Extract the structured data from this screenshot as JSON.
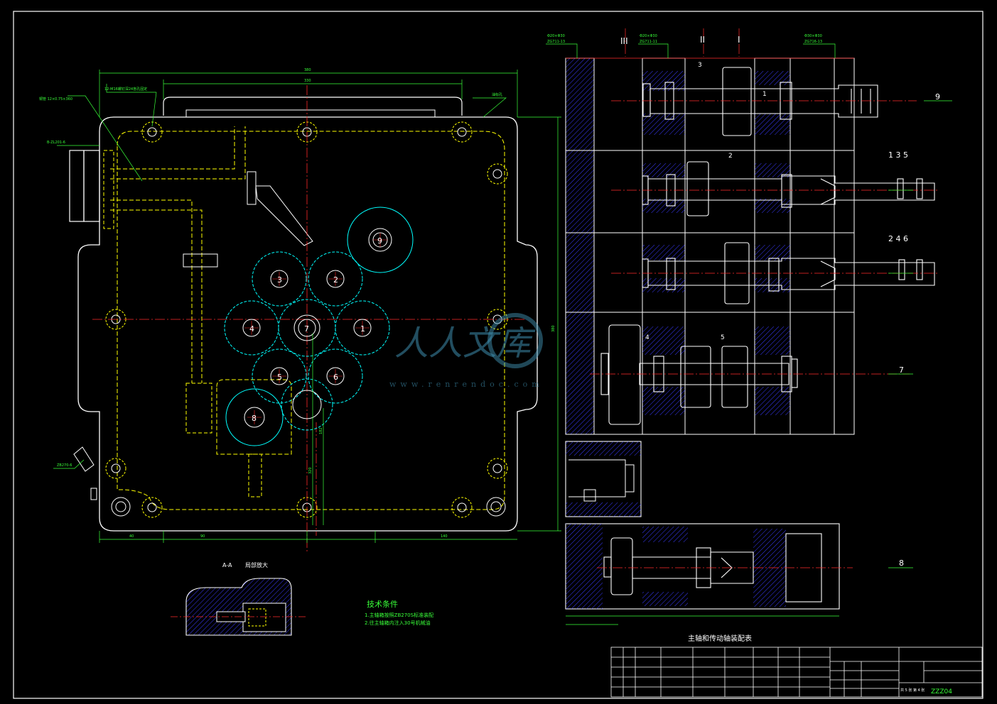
{
  "drawing": {
    "section_label": "A-A",
    "section_title": "局部放大",
    "tech_req_title": "技术条件",
    "tech_req_items": [
      "1.主轴箱按照ZB270S标准装配",
      "2.往主轴箱内注入30号机械油"
    ],
    "table_title": "主轴和传动轴装配表",
    "drawing_number": "ZZZ04",
    "scale_label": "共 5 张  第 4 张"
  },
  "view_labels": {
    "roman_iii": "III",
    "roman_ii": "II",
    "roman_i": "I",
    "shaft_9": "9",
    "shaft_135": "1 3 5",
    "shaft_246": "2 4 6",
    "shaft_7": "7",
    "shaft_8": "8"
  },
  "gear_labels": [
    "1",
    "2",
    "3",
    "4",
    "5",
    "6",
    "7",
    "8",
    "9"
  ],
  "part_callouts": [
    "1",
    "2",
    "3",
    "4",
    "5"
  ],
  "dimension_texts": {
    "top_overall": "380",
    "top_inner": "330",
    "right_height": "380",
    "bottom_left": "40",
    "bottom_mid": "90",
    "bottom_right": "140",
    "vert_a": "320",
    "vert_b": "182"
  },
  "leader_notes": {
    "top_left": "12-M16螺钉深24盲孔固定",
    "oil_pipe": "铜管 12×0.75×360",
    "left_part": "B-ZL201-6",
    "bottom_left_part": "ZB270-6",
    "top_right": "油标孔",
    "spec_a": "Φ20×Φ30",
    "spec_a2": "ZG711-13",
    "spec_b": "Φ20×Φ30",
    "spec_b2": "ZG711-11",
    "spec_c": "Φ30×Φ30",
    "spec_c2": "ZG716-13"
  },
  "watermark": {
    "brand": "人人文库",
    "url": "www.renrendoc.com"
  },
  "colors": {
    "background": "#000000",
    "outline": "#ffffff",
    "center": "#ff2a2a",
    "hidden": "#ffff00",
    "gear": "#00ffff",
    "dimension": "#39ff39",
    "hatch": "#3a3aff"
  }
}
